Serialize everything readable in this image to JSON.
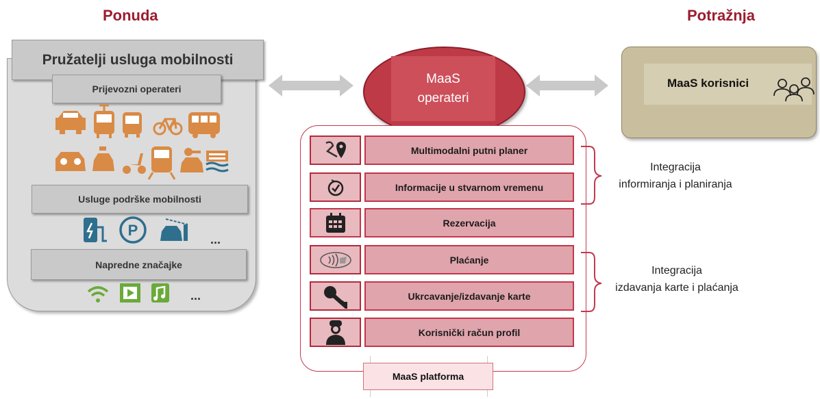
{
  "headers": {
    "supply": "Ponuda",
    "demand": "Potražnja"
  },
  "left_panel": {
    "title": "Pružatelji usluga mobilnosti",
    "transport_operators": "Prijevozni operateri",
    "mobility_support": "Usluge podrške mobilnosti",
    "advanced_features": "Napredne značajke",
    "ellipsis": "..."
  },
  "center": {
    "operators_line1": "MaaS",
    "operators_line2": "operateri",
    "platform": "MaaS platforma",
    "rows": [
      {
        "label": "Multimodalni putni planer",
        "icon": "route-pin-icon"
      },
      {
        "label": "Informacije u stvarnom vremenu",
        "icon": "clock-check-icon"
      },
      {
        "label": "Rezervacija",
        "icon": "calendar-icon"
      },
      {
        "label": "Plaćanje",
        "icon": "contactless-payment-icon"
      },
      {
        "label": "Ukrcavanje/izdavanje karte",
        "icon": "key-icon"
      },
      {
        "label": "Korisnički račun profil",
        "icon": "user-profile-icon"
      }
    ]
  },
  "right": {
    "users": "MaaS korisnici",
    "integration_info": {
      "line1": "Integracija",
      "line2": "informiranja i planiranja"
    },
    "integration_pay": {
      "line1": "Integracija",
      "line2": "izdavanja karte i plaćanja"
    }
  },
  "colors": {
    "accent": "#9b1c2e",
    "icon_orange": "#d98a45",
    "icon_teal": "#2e6f8e",
    "icon_green": "#6aaa3a"
  }
}
